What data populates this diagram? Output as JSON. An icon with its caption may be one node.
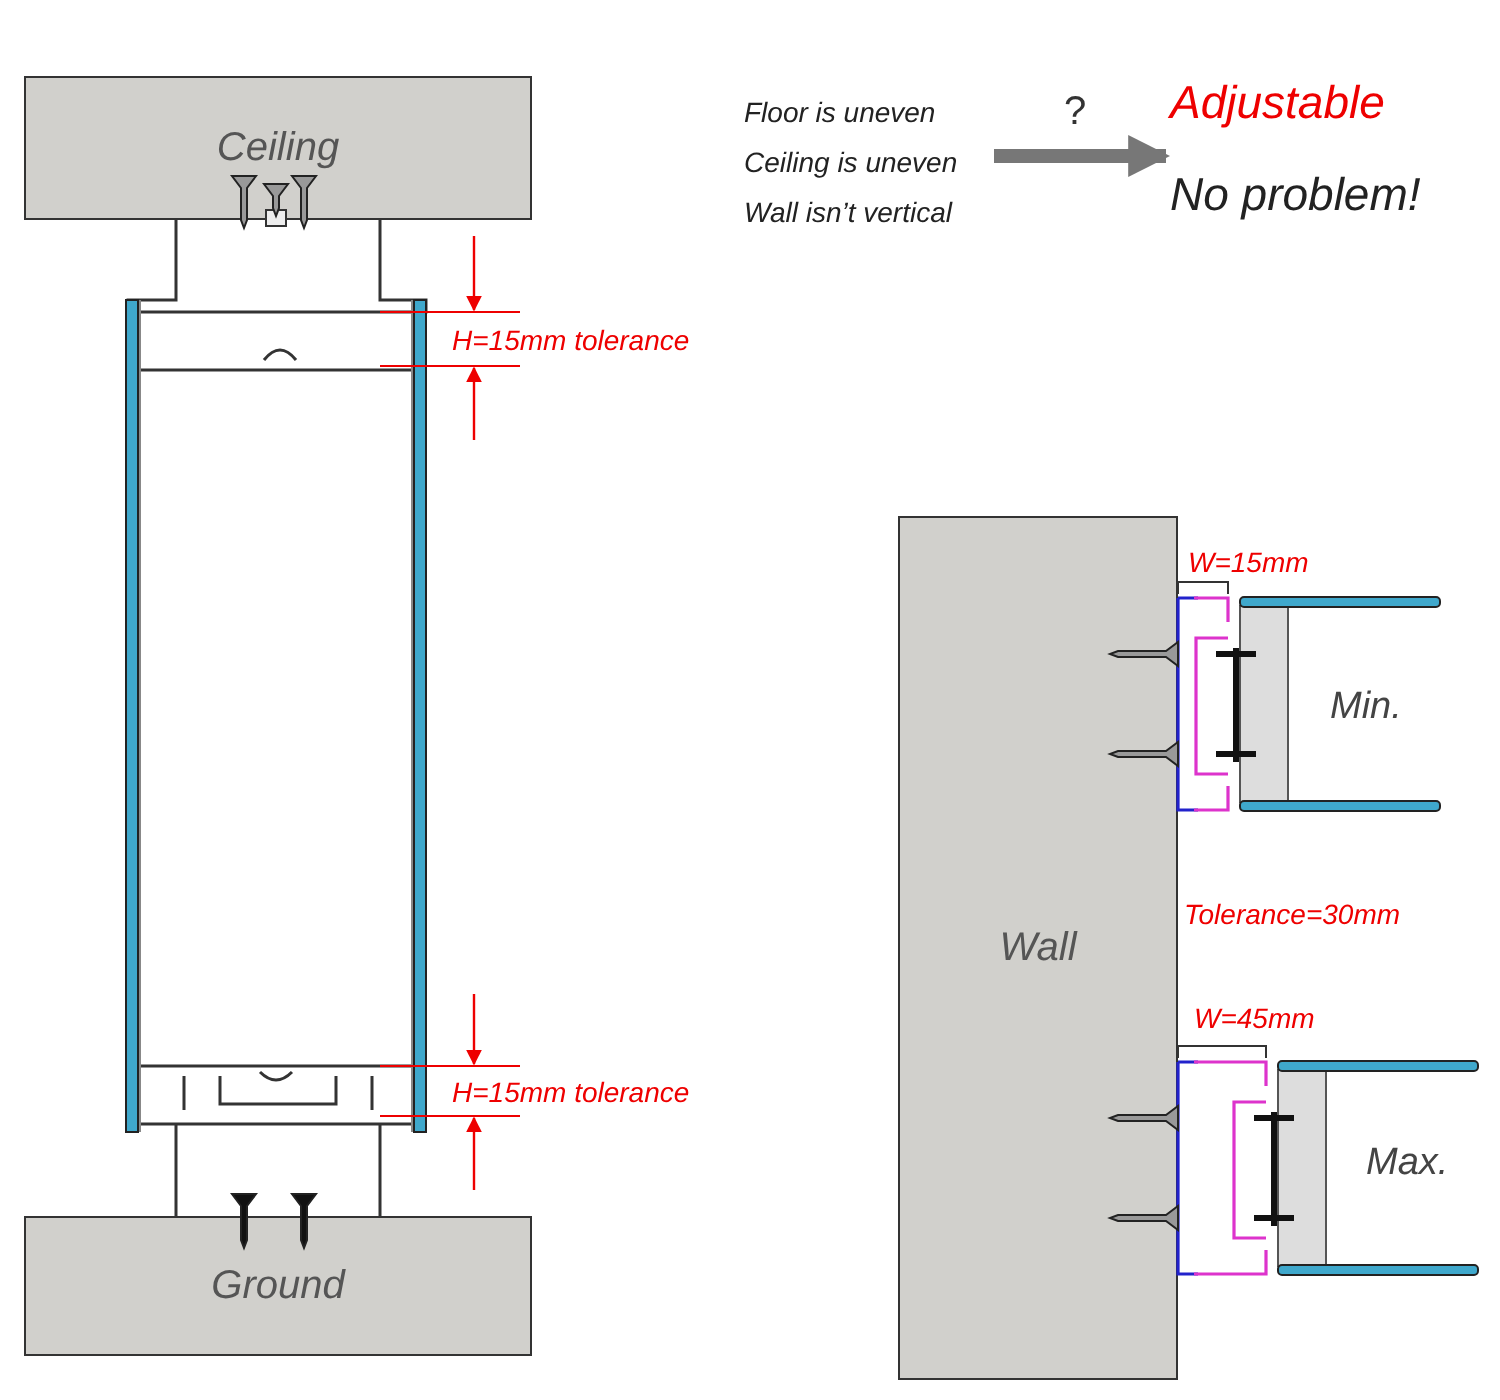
{
  "diagram": {
    "nodes": [
      {
        "text": [
          "Ceiling"
        ]
      },
      {
        "text": [
          "Ground"
        ]
      },
      {
        "text": [
          "Wall"
        ]
      },
      {
        "text": [
          "Floor is uneven",
          "Ceiling is uneven",
          "Wall isn’t vertical"
        ]
      },
      {
        "text": [
          "Adjustable",
          "No problem!"
        ]
      }
    ],
    "edges": [
      {
        "from": 3,
        "to": 4,
        "arrow": "to",
        "label": "?"
      }
    ],
    "labels": [
      "H=15mm tolerance",
      "W=15mm",
      "Min.",
      "Tolerance=30mm",
      "W=45mm",
      "Max.",
      "H=15mm tolerance"
    ]
  }
}
